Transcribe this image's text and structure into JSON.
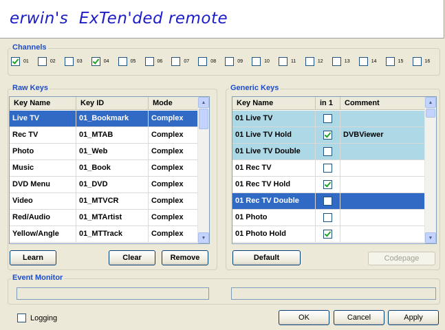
{
  "banner": {
    "title": "erwin's  ExTen'ded remote"
  },
  "channels": {
    "title": "Channels",
    "items": [
      {
        "label": "01",
        "checked": true
      },
      {
        "label": "02",
        "checked": false
      },
      {
        "label": "03",
        "checked": false
      },
      {
        "label": "04",
        "checked": true
      },
      {
        "label": "05",
        "checked": false
      },
      {
        "label": "06",
        "checked": false
      },
      {
        "label": "07",
        "checked": false
      },
      {
        "label": "08",
        "checked": false
      },
      {
        "label": "09",
        "checked": false
      },
      {
        "label": "10",
        "checked": false
      },
      {
        "label": "11",
        "checked": false
      },
      {
        "label": "12",
        "checked": false
      },
      {
        "label": "13",
        "checked": false
      },
      {
        "label": "14",
        "checked": false
      },
      {
        "label": "15",
        "checked": false
      },
      {
        "label": "16",
        "checked": false
      }
    ]
  },
  "raw_keys": {
    "title": "Raw Keys",
    "columns": [
      "Key Name",
      "Key ID",
      "Mode"
    ],
    "rows": [
      {
        "name": "Live TV",
        "id": "01_Bookmark",
        "mode": "Complex",
        "selected": true
      },
      {
        "name": "Rec TV",
        "id": "01_MTAB",
        "mode": "Complex"
      },
      {
        "name": "Photo",
        "id": "01_Web",
        "mode": "Complex"
      },
      {
        "name": "Music",
        "id": "01_Book",
        "mode": "Complex"
      },
      {
        "name": "DVD Menu",
        "id": "01_DVD",
        "mode": "Complex"
      },
      {
        "name": "Video",
        "id": "01_MTVCR",
        "mode": "Complex"
      },
      {
        "name": "Red/Audio",
        "id": "01_MTArtist",
        "mode": "Complex"
      },
      {
        "name": "Yellow/Angle",
        "id": "01_MTTrack",
        "mode": "Complex"
      }
    ],
    "buttons": {
      "learn": "Learn",
      "clear": "Clear",
      "remove": "Remove"
    }
  },
  "generic_keys": {
    "title": "Generic Keys",
    "columns": [
      "Key Name",
      "in 1",
      "Comment"
    ],
    "rows": [
      {
        "name": "01 Live TV",
        "in1": false,
        "comment": "",
        "state": "hi"
      },
      {
        "name": "01 Live TV Hold",
        "in1": true,
        "comment": "DVBViewer",
        "state": "hi"
      },
      {
        "name": "01 Live TV Double",
        "in1": false,
        "comment": "",
        "state": "hi"
      },
      {
        "name": "01 Rec TV",
        "in1": false,
        "comment": "",
        "state": ""
      },
      {
        "name": "01 Rec TV Hold",
        "in1": true,
        "comment": "",
        "state": ""
      },
      {
        "name": "01 Rec TV Double",
        "in1": false,
        "comment": "",
        "state": "sel"
      },
      {
        "name": "01 Photo",
        "in1": false,
        "comment": "",
        "state": ""
      },
      {
        "name": "01 Photo Hold",
        "in1": true,
        "comment": "",
        "state": ""
      }
    ],
    "buttons": {
      "default": "Default",
      "codepage": "Codepage"
    }
  },
  "event_monitor": {
    "title": "Event Monitor",
    "left_value": "",
    "right_value": ""
  },
  "footer": {
    "logging_label": "Logging",
    "logging_checked": false,
    "ok": "OK",
    "cancel": "Cancel",
    "apply": "Apply"
  }
}
